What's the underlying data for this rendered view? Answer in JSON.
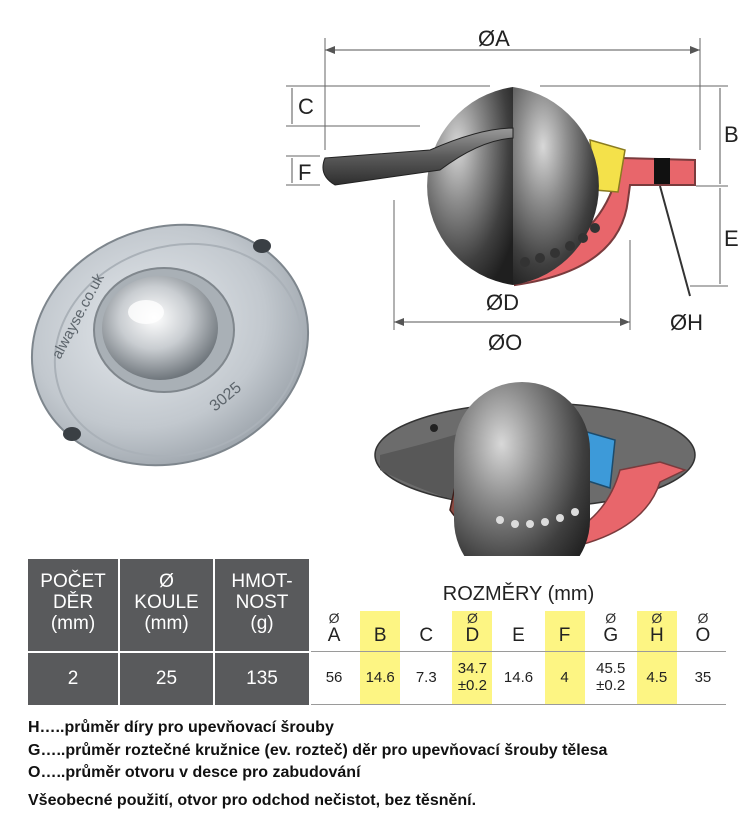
{
  "figure": {
    "labels": {
      "A": "ØA",
      "B": "B",
      "C": "C",
      "E": "E",
      "F": "F",
      "D": "ØD",
      "O": "ØO",
      "H": "ØH"
    },
    "flange_marking": {
      "brand": "alwayse.co.uk",
      "code": "3025"
    }
  },
  "table": {
    "headers": {
      "holes": [
        "POČET",
        "DĚR",
        "(mm)"
      ],
      "ball": [
        "Ø",
        "KOULE",
        "(mm)"
      ],
      "weight": [
        "HMOT-",
        "NOST",
        "(g)"
      ]
    },
    "values": {
      "holes": "2",
      "ball": "25",
      "weight": "135"
    },
    "dimensions_title": "ROZMĚRY (mm)",
    "dimensions": [
      {
        "sym": "Ø",
        "letter": "A",
        "value": [
          "56"
        ],
        "highlight": false
      },
      {
        "sym": "",
        "letter": "B",
        "value": [
          "14.6"
        ],
        "highlight": true
      },
      {
        "sym": "",
        "letter": "C",
        "value": [
          "7.3"
        ],
        "highlight": false
      },
      {
        "sym": "Ø",
        "letter": "D",
        "value": [
          "34.7",
          "±0.2"
        ],
        "highlight": true
      },
      {
        "sym": "",
        "letter": "E",
        "value": [
          "14.6"
        ],
        "highlight": false
      },
      {
        "sym": "",
        "letter": "F",
        "value": [
          "4"
        ],
        "highlight": true
      },
      {
        "sym": "Ø",
        "letter": "G",
        "value": [
          "45.5",
          "±0.2"
        ],
        "highlight": false
      },
      {
        "sym": "Ø",
        "letter": "H",
        "value": [
          "4.5"
        ],
        "highlight": true
      },
      {
        "sym": "Ø",
        "letter": "O",
        "value": [
          "35"
        ],
        "highlight": false
      }
    ]
  },
  "notes": [
    "H…..průměr díry pro upevňovací šrouby",
    "G…..průměr roztečné kružnice (ev. rozteč) děr pro upevňovací šrouby tělesa",
    "O…..průměr otvoru v desce pro zabudování",
    "Všeobecné použití, otvor pro odchod nečistot, bez těsnění."
  ],
  "colors": {
    "table_header": "#595a5c",
    "highlight": "#fdf583",
    "steel": "#c7ccd1",
    "seal_red": "#e8666b",
    "seal_blue": "#3d9ad9",
    "seal_yellow": "#f4e14a"
  }
}
